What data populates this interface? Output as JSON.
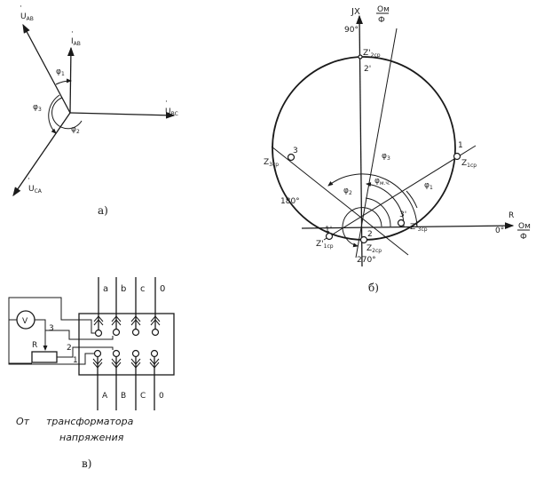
{
  "figure_a": {
    "caption": "а)",
    "vectors": [
      {
        "name": "U_AB",
        "label": "U",
        "sub": "AB"
      },
      {
        "name": "I_AB",
        "label": "I",
        "sub": "AB"
      },
      {
        "name": "U_BC",
        "label": "U",
        "sub": "BC"
      },
      {
        "name": "U_CA",
        "label": "U",
        "sub": "CA"
      }
    ],
    "angles": [
      {
        "label": "φ",
        "sub": "1"
      },
      {
        "label": "φ",
        "sub": "2"
      },
      {
        "label": "φ",
        "sub": "3"
      }
    ]
  },
  "figure_b": {
    "caption": "б)",
    "axis_y_label": "JX",
    "axis_x_label": "R",
    "unit_num": "Ом",
    "unit_den": "Ф",
    "deg_90": "90°",
    "deg_180": "180°",
    "deg_0": "0°",
    "deg_270": "270°",
    "points": [
      {
        "id": "1",
        "label": "Z",
        "sub": "1ср"
      },
      {
        "id": "2'",
        "label": "Z'",
        "sub": "2ср"
      },
      {
        "id": "3",
        "label": "Z",
        "sub": "3ср"
      },
      {
        "id": "1'",
        "label": "Z'",
        "sub": "1ср"
      },
      {
        "id": "2",
        "label": "Z",
        "sub": "2ср"
      },
      {
        "id": "3'",
        "label": "Z'",
        "sub": "3ср"
      }
    ],
    "angles": [
      {
        "label": "φ",
        "sub": "1"
      },
      {
        "label": "φ",
        "sub": "2"
      },
      {
        "label": "φ",
        "sub": "3"
      },
      {
        "label": "φ",
        "sub": "м.ч."
      }
    ]
  },
  "figure_v": {
    "caption": "в)",
    "top_terminals": [
      "a",
      "b",
      "c",
      "0"
    ],
    "bottom_terminals": [
      "A",
      "B",
      "C",
      "0"
    ],
    "voltmeter_label": "V",
    "resistor_label": "R",
    "node_labels": [
      "1",
      "2",
      "3"
    ],
    "source_line1_word1": "От",
    "source_line1_word2": "трансформатора",
    "source_line2": "напряжения"
  }
}
